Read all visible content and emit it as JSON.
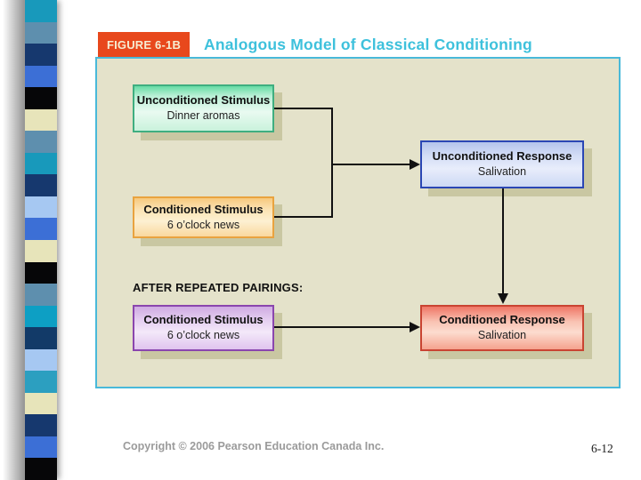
{
  "header": {
    "figure_label": "FIGURE 6-1B",
    "title": "Analogous Model of Classical Conditioning"
  },
  "diagram": {
    "after_label": "AFTER REPEATED PAIRINGS:",
    "boxes": {
      "unconditioned_stimulus": {
        "title": "Unconditioned Stimulus",
        "subtitle": "Dinner aromas",
        "fill": "#baf0d6",
        "border": "#3fae80"
      },
      "unconditioned_response": {
        "title": "Unconditioned Response",
        "subtitle": "Salivation",
        "fill": "#ccd8f4",
        "border": "#2a46b4"
      },
      "conditioned_stimulus_before": {
        "title": "Conditioned Stimulus",
        "subtitle": "6 o’clock news",
        "fill": "#f9d89e",
        "border": "#e9a33f"
      },
      "conditioned_stimulus_after": {
        "title": "Conditioned Stimulus",
        "subtitle": "6 o’clock news",
        "fill": "#e0c4ee",
        "border": "#8a46ae"
      },
      "conditioned_response": {
        "title": "Conditioned Response",
        "subtitle": "Salivation",
        "fill": "#f5a28e",
        "border": "#c94432"
      }
    }
  },
  "footer": {
    "copyright": "Copyright © 2006 Pearson Education Canada Inc.",
    "page_number": "6-12"
  },
  "colors": {
    "panel_background": "#e4e2ca",
    "panel_border": "#49b9d9",
    "figure_label_background": "#e8481c",
    "figure_label_text": "#f6edd2",
    "title_text": "#3ec1dc",
    "connector": "#111111",
    "box_shadow": "#c9c7a2"
  },
  "sidebar_strip": {
    "segments": [
      "#1899bb",
      "#5e8fae",
      "#16386e",
      "#3c6fd6",
      "#060608",
      "#e7e4ba",
      "#5e8fae",
      "#1899bb",
      "#16386e",
      "#a6c8f2",
      "#3c6fd6",
      "#e7e4ba",
      "#060608",
      "#5e8fae",
      "#0d9fc4",
      "#123a68",
      "#a6c8f2",
      "#2c9fc0",
      "#e7e4ba",
      "#16386e",
      "#3c6fd6",
      "#060608"
    ]
  }
}
